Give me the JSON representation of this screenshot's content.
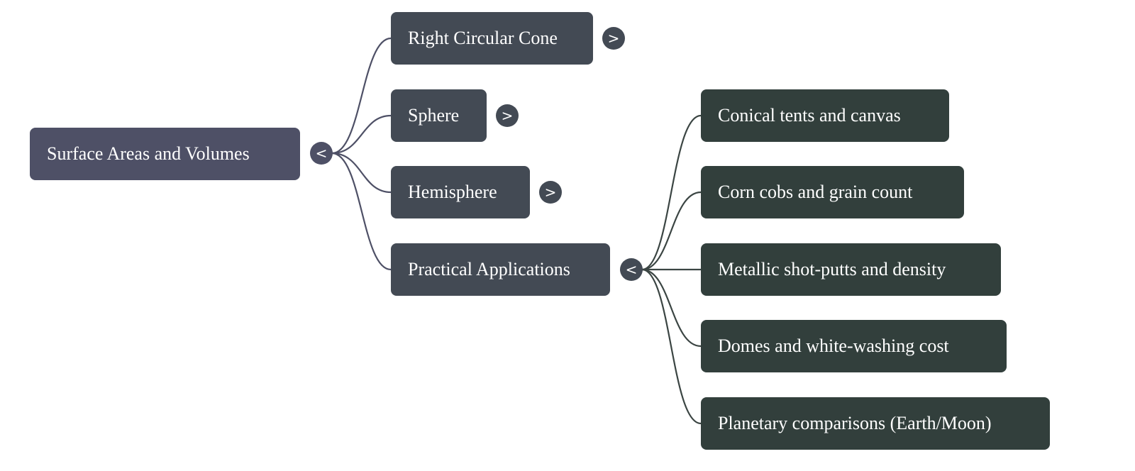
{
  "root": {
    "label": "Surface Areas and Volumes",
    "toggle": "<"
  },
  "children": [
    {
      "label": "Right Circular Cone",
      "toggle": ">"
    },
    {
      "label": "Sphere",
      "toggle": ">"
    },
    {
      "label": "Hemisphere",
      "toggle": ">"
    },
    {
      "label": "Practical Applications",
      "toggle": "<"
    }
  ],
  "applications": [
    {
      "label": "Conical tents and canvas"
    },
    {
      "label": "Corn cobs and grain count"
    },
    {
      "label": "Metallic shot-putts and density"
    },
    {
      "label": "Domes and white-washing cost"
    },
    {
      "label": "Planetary comparisons (Earth/Moon)"
    }
  ],
  "colors": {
    "root": "#4e5066",
    "branch": "#434a54",
    "leaf": "#323f3c",
    "link": "#4e5066"
  }
}
